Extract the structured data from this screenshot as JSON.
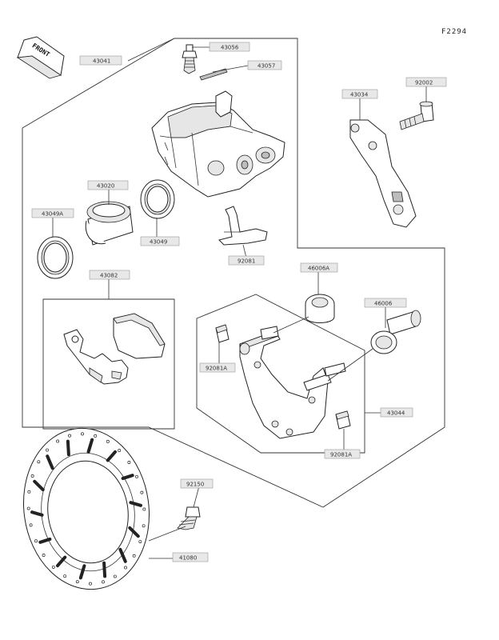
{
  "figure_code": "F2294",
  "front_label": "FRONT",
  "parts": {
    "caliper_assy": "43041",
    "bleed_valve": "43056",
    "bleed_cap": "43057",
    "piston": "43020",
    "seal_a": "43049A",
    "seal": "43049",
    "pad_set": "43082",
    "pad_spring": "92081",
    "holder_bolt": "92002",
    "holder_link": "43034",
    "boot_a": "46006A",
    "boot": "46006",
    "pad_clip_left": "92081A",
    "pad_clip_right": "92081A",
    "holder": "43044",
    "disc_bolt": "92150",
    "disc": "41080"
  }
}
